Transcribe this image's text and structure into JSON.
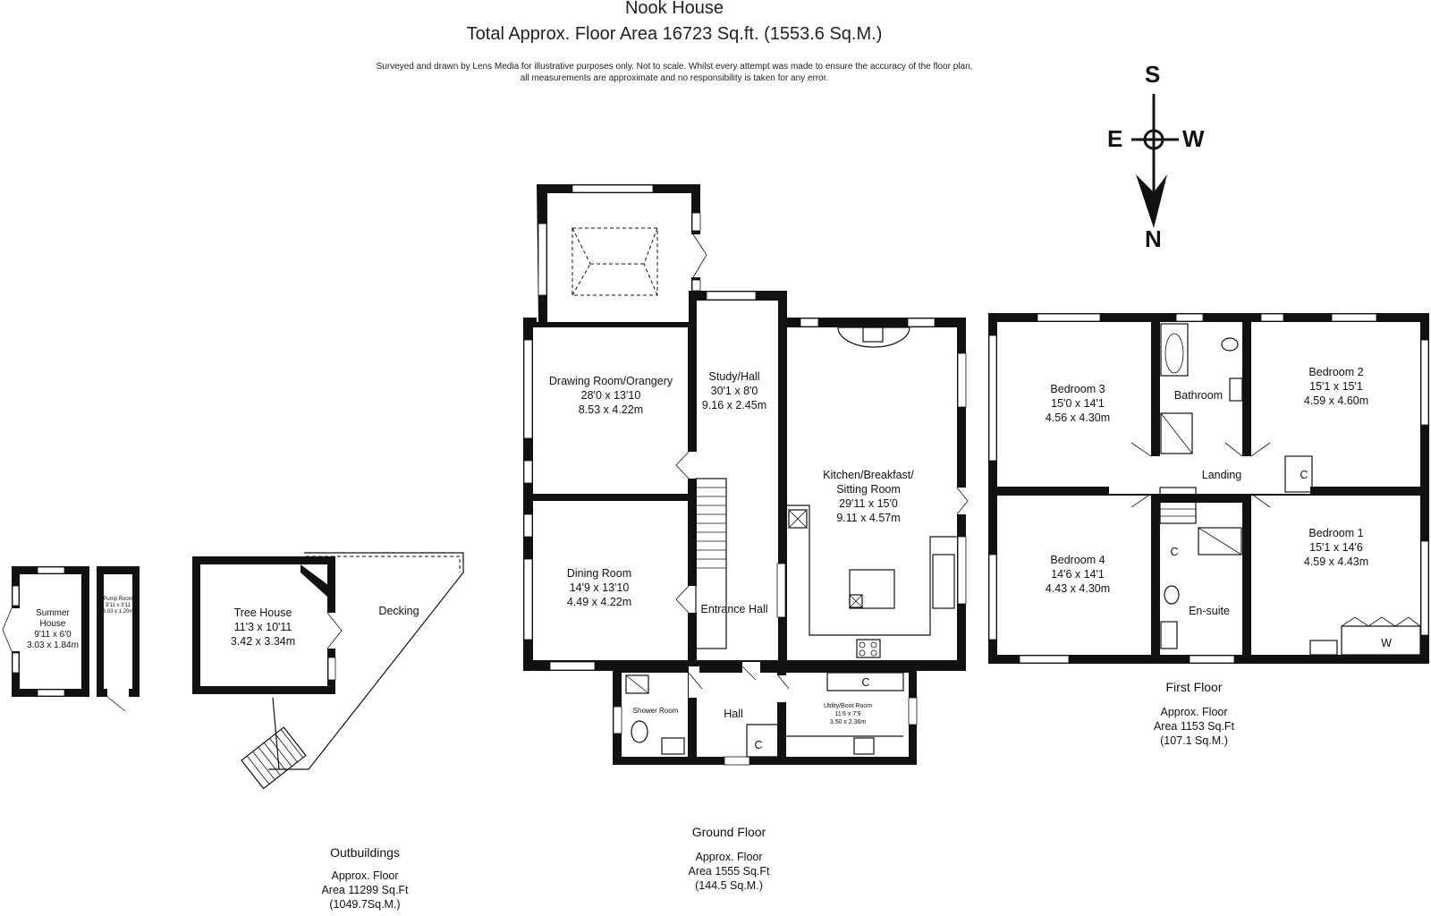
{
  "header": {
    "title": "Nook House",
    "subtitle": "Total Approx. Floor Area 16723 Sq.ft. (1553.6 Sq.M.)",
    "disclaimer_line1": "Surveyed and drawn by Lens Media for illustrative purposes only. Not to scale. Whilst every attempt was made to ensure the accuracy of the floor plan,",
    "disclaimer_line2": "all measurements are approximate and no responsibility is taken for any error."
  },
  "compass": {
    "top": "S",
    "left": "E",
    "right": "W",
    "bottom": "N"
  },
  "outbuildings": {
    "caption": "Outbuildings",
    "area_line1": "Approx. Floor",
    "area_line2": "Area 11299 Sq.Ft",
    "area_line3": "(1049.7Sq.M.)",
    "rooms": [
      {
        "name_line1": "Summer",
        "name_line2": "House",
        "imperial": "9'11 x 6'0",
        "metric": "3.03 x 1.84m"
      },
      {
        "name_line1": "Pump Room",
        "imperial": "9'11 x 3'11",
        "metric": "3.03 x 1.20m"
      },
      {
        "name_line1": "Tree House",
        "imperial": "11'3 x 10'11",
        "metric": "3.42 x 3.34m"
      },
      {
        "name_line1": "Decking"
      }
    ]
  },
  "ground_floor": {
    "caption": "Ground Floor",
    "area_line1": "Approx. Floor",
    "area_line2": "Area 1555 Sq.Ft",
    "area_line3": "(144.5 Sq.M.)",
    "rooms": {
      "drawing": {
        "name": "Drawing Room/Orangery",
        "imperial": "28'0 x 13'10",
        "metric": "8.53 x 4.22m"
      },
      "study": {
        "name": "Study/Hall",
        "imperial": "30'1 x 8'0",
        "metric": "9.16 x 2.45m"
      },
      "kitchen": {
        "name_line1": "Kitchen/Breakfast/",
        "name_line2": "Sitting Room",
        "imperial": "29'11 x 15'0",
        "metric": "9.11 x 4.57m"
      },
      "dining": {
        "name": "Dining Room",
        "imperial": "14'9 x 13'10",
        "metric": "4.49 x 4.22m"
      },
      "entrance": {
        "name": "Entrance Hall"
      },
      "shower": {
        "name": "Shower Room"
      },
      "hall": {
        "name": "Hall"
      },
      "utility": {
        "name": "Utility/Boot Room",
        "imperial": "11'6 x 7'9",
        "metric": "3.50 x 2.36m"
      },
      "cupboard_hall": "C",
      "cupboard_utility": "C"
    }
  },
  "first_floor": {
    "caption": "First Floor",
    "area_line1": "Approx. Floor",
    "area_line2": "Area 1153 Sq.Ft",
    "area_line3": "(107.1 Sq.M.)",
    "rooms": {
      "bed3": {
        "name": "Bedroom 3",
        "imperial": "15'0 x 14'1",
        "metric": "4.56 x 4.30m"
      },
      "bathroom": {
        "name": "Bathroom"
      },
      "bed2": {
        "name": "Bedroom 2",
        "imperial": "15'1 x 15'1",
        "metric": "4.59 x 4.60m"
      },
      "landing": {
        "name": "Landing"
      },
      "bed4": {
        "name": "Bedroom 4",
        "imperial": "14'6 x 14'1",
        "metric": "4.43 x 4.30m"
      },
      "ensuite": {
        "name": "En-suite"
      },
      "bed1": {
        "name": "Bedroom 1",
        "imperial": "15'1 x 14'6",
        "metric": "4.59 x 4.43m"
      },
      "cupboard_landing": "C",
      "cupboard_ensuite": "C",
      "wardrobe": "W"
    }
  }
}
